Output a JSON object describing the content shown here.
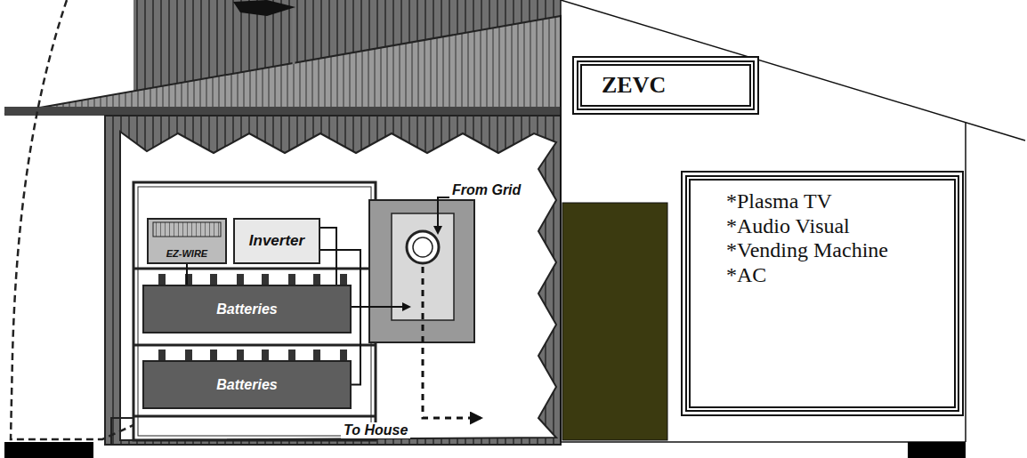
{
  "diagram": {
    "nodes": [
      {
        "text": [
          "EZ-WIRE"
        ]
      },
      {
        "text": [
          "Inverter"
        ]
      },
      {
        "text": [
          "Batteries"
        ]
      },
      {
        "text": [
          "Batteries"
        ]
      },
      {
        "text": [
          "ZEVC"
        ]
      },
      {
        "text": [
          "*Plasma TV",
          "*Audio Visual",
          "*Vending Machine",
          "*AC"
        ]
      }
    ],
    "edges": [
      {
        "from": 0,
        "to": 2,
        "arrow": "none"
      },
      {
        "from": 1,
        "to": 3,
        "arrow": "none"
      }
    ],
    "labels": [
      "From Grid",
      "To House"
    ]
  }
}
